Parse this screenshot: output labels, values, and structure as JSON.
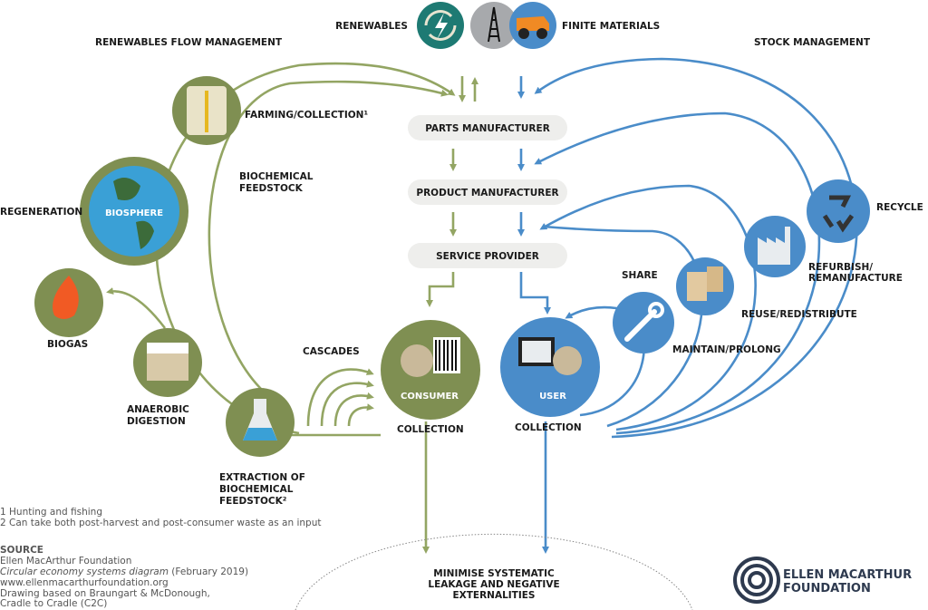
{
  "colors": {
    "green": "#93a563",
    "green_circle": "#7f8f52",
    "blue": "#4a8cc9",
    "teal": "#1e7a73",
    "grey": "#a7a9ac",
    "pill": "#eeeeec"
  },
  "top": {
    "renewables": "RENEWABLES",
    "finite_materials": "FINITE MATERIALS",
    "renewables_flow": "RENEWABLES FLOW MANAGEMENT",
    "stock_management": "STOCK MANAGEMENT"
  },
  "icons": {
    "renewables": "renewable-energy-icon",
    "oil": "oil-derrick-icon",
    "mining": "mining-truck-icon"
  },
  "chain": {
    "parts": "PARTS MANUFACTURER",
    "product": "PRODUCT MANUFACTURER",
    "service": "SERVICE PROVIDER"
  },
  "bio": {
    "farming": "FARMING/COLLECTION¹",
    "feedstock": [
      "BIOCHEMICAL",
      "FEEDSTOCK"
    ],
    "regeneration": "REGENERATION",
    "biosphere": "BIOSPHERE",
    "biogas": "BIOGAS",
    "anaerobic": [
      "ANAEROBIC",
      "DIGESTION"
    ],
    "extraction": [
      "EXTRACTION OF",
      "BIOCHEMICAL",
      "FEEDSTOCK²"
    ],
    "cascades": "CASCADES",
    "consumer": "CONSUMER",
    "collection": "COLLECTION"
  },
  "tech": {
    "user": "USER",
    "collection": "COLLECTION",
    "share": "SHARE",
    "maintain": "MAINTAIN/PROLONG",
    "reuse": "REUSE/REDISTRIBUTE",
    "refurbish": [
      "REFURBISH/",
      "REMANUFACTURE"
    ],
    "recycle": "RECYCLE"
  },
  "leakage": [
    "MINIMISE SYSTEMATIC",
    "LEAKAGE AND NEGATIVE",
    "EXTERNALITIES"
  ],
  "footnotes": [
    "1 Hunting and fishing",
    "2 Can take both post-harvest and post-consumer waste as an input"
  ],
  "source": {
    "heading": "SOURCE",
    "org": "Ellen MacArthur Foundation",
    "title": "Circular economy systems diagram",
    "date": " (February 2019)",
    "url": "www.ellenmacarthurfoundation.org",
    "credit": [
      "Drawing based on Braungart & McDonough,",
      "Cradle to Cradle (C2C)"
    ]
  },
  "logo": [
    "ELLEN MACARTHUR",
    "FOUNDATION"
  ]
}
